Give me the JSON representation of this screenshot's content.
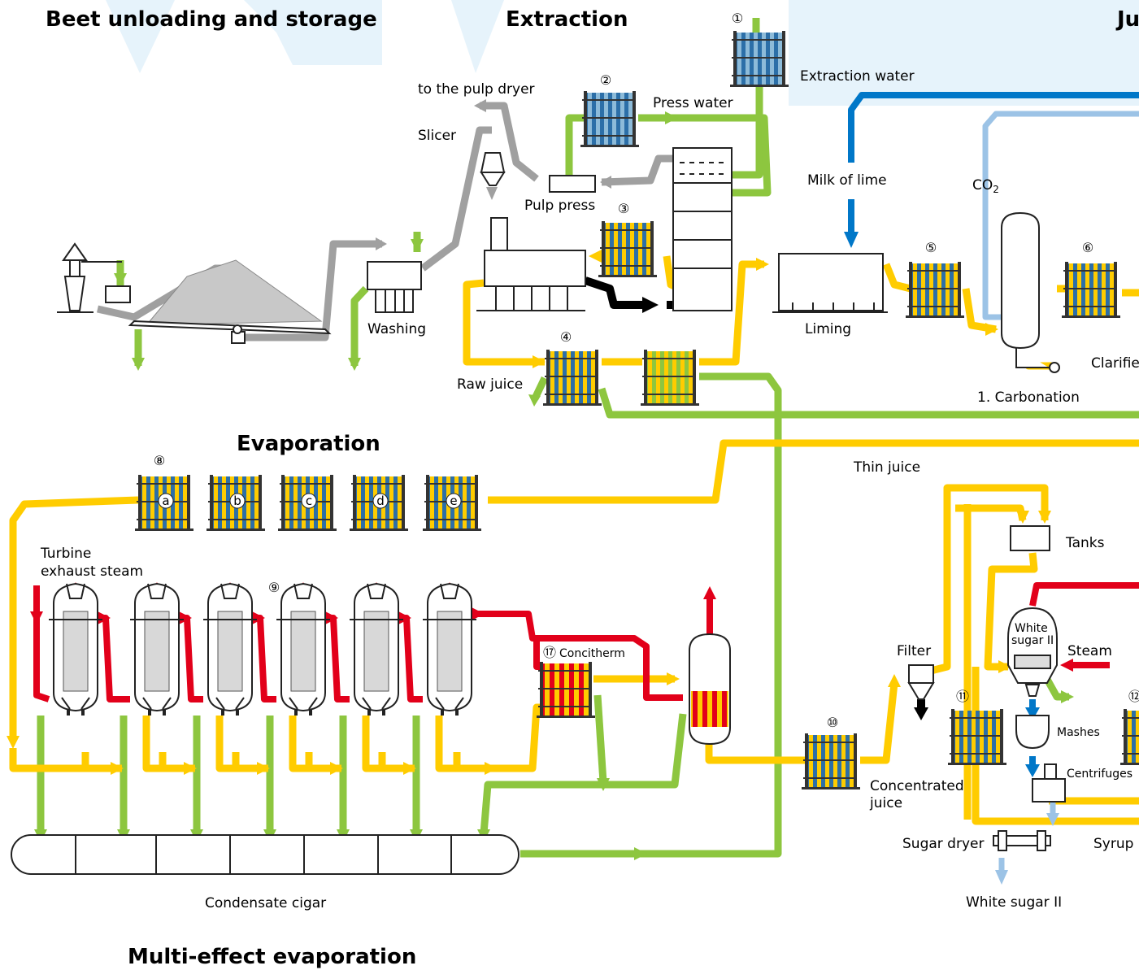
{
  "sections": {
    "beet": "Beet unloading and storage",
    "extraction": "Extraction",
    "juice": "Ju",
    "evaporation": "Evaporation",
    "multi": "Multi-effect evaporation"
  },
  "labels": {
    "extraction_water": "Extraction water",
    "press_water": "Press water",
    "pulp_dryer": "to the pulp dryer",
    "slicer": "Slicer",
    "pulp_press": "Pulp press",
    "washing": "Washing",
    "raw_juice": "Raw juice",
    "milk_of_lime": "Milk of lime",
    "co2": "CO",
    "co2_sub": "2",
    "liming": "Liming",
    "carbonation": "1. Carbonation",
    "clarifier": "Clarifie",
    "thin_juice": "Thin juice",
    "turbine": "Turbine",
    "exhaust": "exhaust steam",
    "concitherm": "Concitherm",
    "condensate": "Condensate cigar",
    "filter": "Filter",
    "conc_juice_1": "Concentrated",
    "conc_juice_2": "juice",
    "tanks": "Tanks",
    "white_sugar_1": "White",
    "white_sugar_2": "sugar II",
    "steam": "Steam",
    "mashes": "Mashes",
    "centrifuges": "Centrifuges",
    "sugar_dryer": "Sugar dryer",
    "syrup": "Syrup",
    "white_sugar_out": "White sugar II"
  },
  "markers": {
    "m1": "①",
    "m2": "②",
    "m3": "③",
    "m4": "④",
    "m5": "⑤",
    "m6": "⑥",
    "m8": "⑧",
    "m9": "⑨",
    "m10": "⑩",
    "m11": "⑪",
    "m12": "⑫",
    "m17": "⑰",
    "a": "a",
    "b": "b",
    "c": "c",
    "d": "d",
    "e": "e"
  },
  "colors": {
    "green": "#8DC63F",
    "yellow": "#FFCC00",
    "red": "#E2001A",
    "grey": "#A0A0A0",
    "blue": "#0077C8",
    "light_blue": "#9CC3E6",
    "watermark": "#E6F3FB",
    "black": "#000000"
  }
}
